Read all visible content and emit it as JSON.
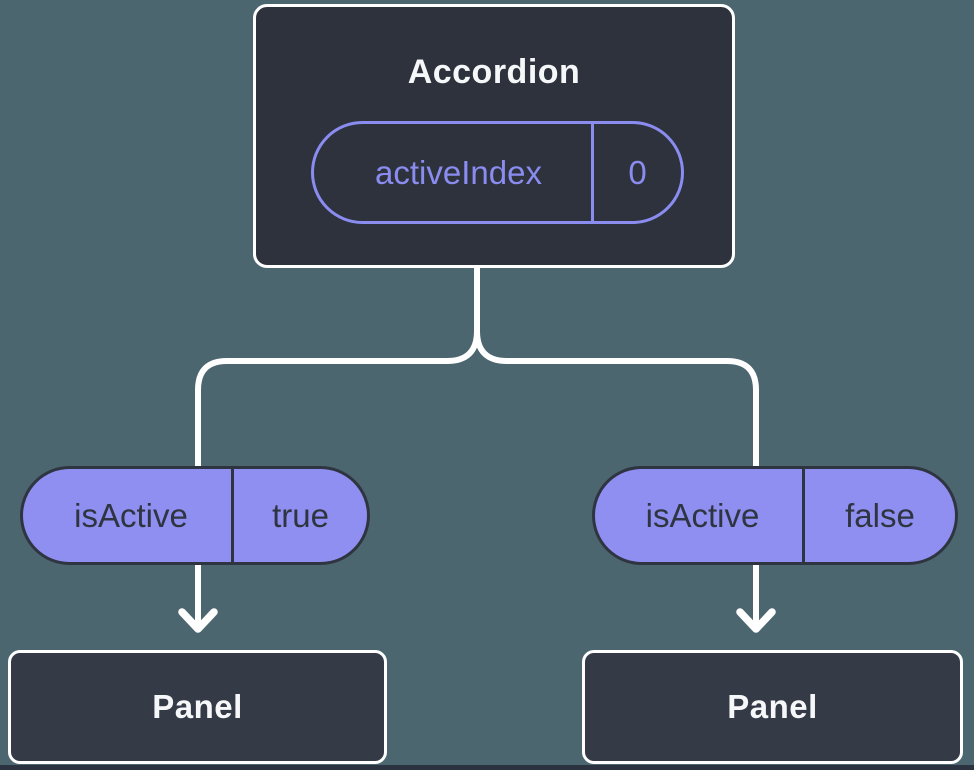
{
  "colors": {
    "bg": "#4c6670",
    "node-fill": "#2d323d",
    "panel-fill": "#343a46",
    "accent": "#8a8cf0",
    "pill-fill": "#8e8ff0",
    "ink-dark": "#2f3540",
    "ink-light": "#f6f7f9",
    "line": "#ffffff",
    "bottom-strip": "#2c3340"
  },
  "root": {
    "title": "Accordion",
    "state": {
      "name": "activeIndex",
      "value": "0"
    }
  },
  "children": [
    {
      "prop": {
        "name": "isActive",
        "value": "true"
      },
      "node": {
        "title": "Panel"
      }
    },
    {
      "prop": {
        "name": "isActive",
        "value": "false"
      },
      "node": {
        "title": "Panel"
      }
    }
  ]
}
